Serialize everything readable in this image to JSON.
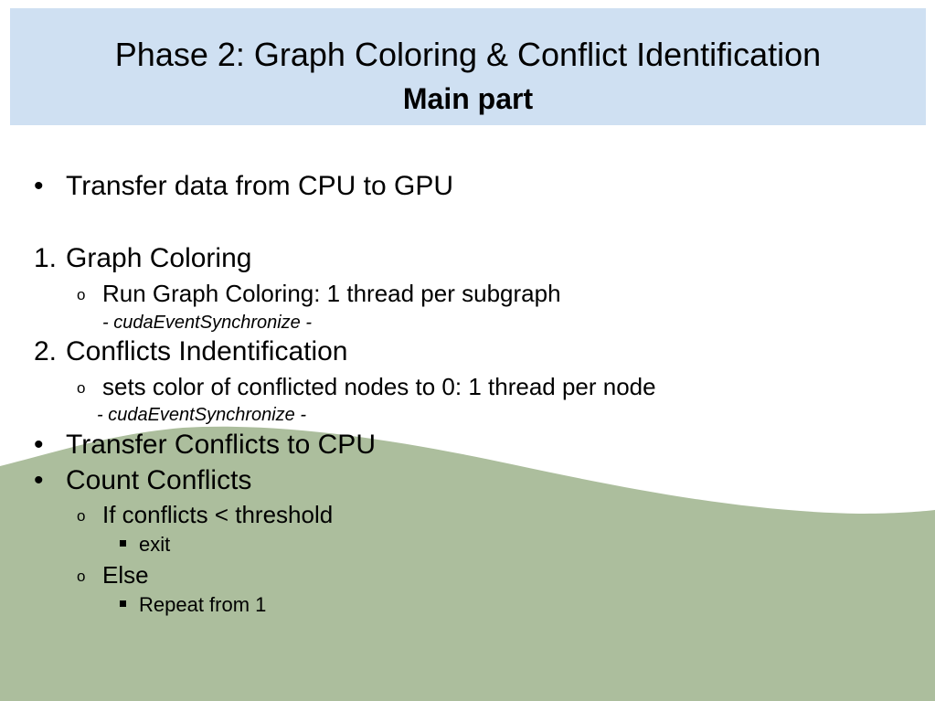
{
  "slide": {
    "title": "Phase 2: Graph Coloring & Conflict Identification",
    "subtitle": "Main part",
    "colors": {
      "title_band": "#cfe0f2",
      "wave": "#acbe9d",
      "text": "#000000"
    },
    "markers": {
      "bullet": "•",
      "number_1": "1.",
      "number_2": "2.",
      "circle": "o"
    },
    "items": {
      "transfer_to_gpu": "Transfer data from CPU to GPU",
      "graph_coloring": "Graph Coloring",
      "run_graph_coloring": "Run Graph Coloring: 1 thread per subgraph",
      "sync_1": "- cudaEventSynchronize -",
      "conflicts_identification": "Conflicts Indentification",
      "sets_color": "sets color of conflicted nodes to 0: 1 thread per node",
      "sync_2": "- cudaEventSynchronize -",
      "transfer_conflicts": "Transfer Conflicts to CPU",
      "count_conflicts": "Count Conflicts",
      "if_conflicts": "If conflicts < threshold",
      "exit": "exit",
      "else": "Else",
      "repeat": "Repeat from 1"
    }
  }
}
